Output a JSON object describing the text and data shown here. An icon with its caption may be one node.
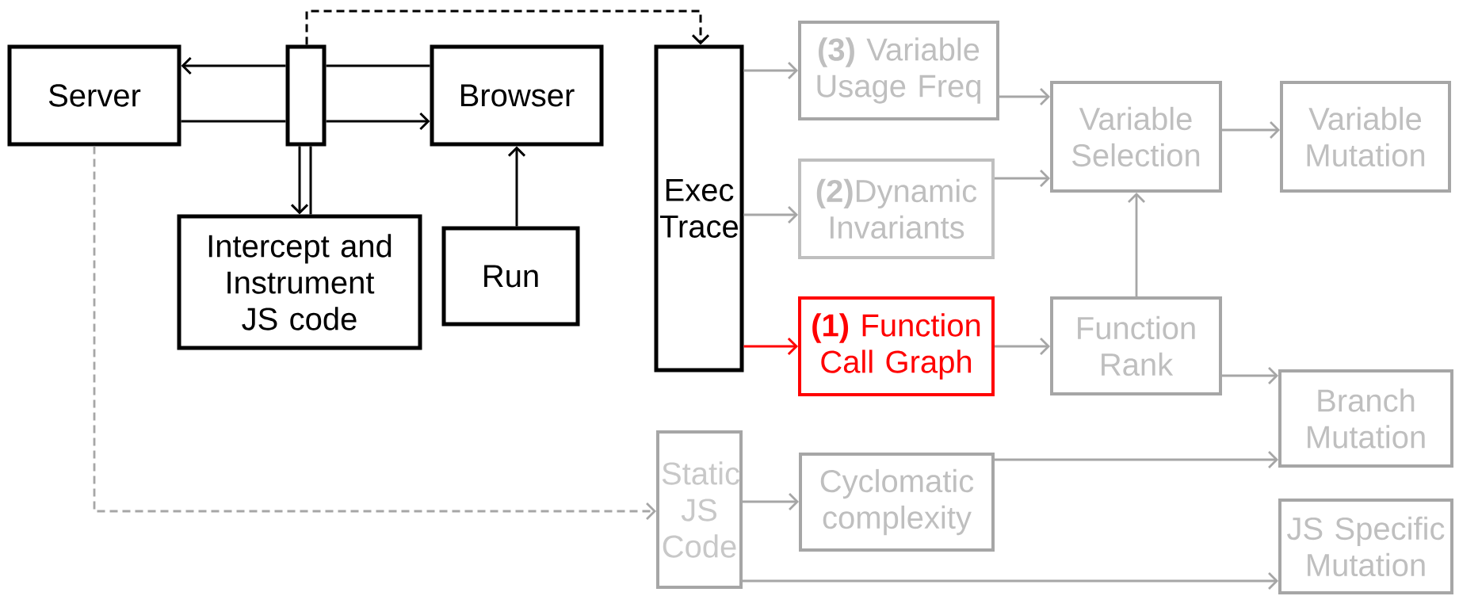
{
  "diagram": {
    "nodes": [
      {
        "text": [
          "Server"
        ]
      },
      {
        "text": [],
        "shape": "box"
      },
      {
        "text": [
          "Browser"
        ]
      },
      {
        "text": [
          "Intercept and Instrument JS code"
        ]
      },
      {
        "text": [
          "Run"
        ]
      },
      {
        "text": [
          "Exec Trace"
        ]
      },
      {
        "text": [
          "**(3)** Variable Usage Freq"
        ]
      },
      {
        "text": [
          "**(2)**Dynamic Invariants"
        ]
      },
      {
        "text": [
          "**(1)** Function Call Graph"
        ]
      },
      {
        "text": [
          "Variable Selection"
        ]
      },
      {
        "text": [
          "Variable Mutation"
        ]
      },
      {
        "text": [
          "Function Rank"
        ]
      },
      {
        "text": [
          "Branch Mutation"
        ]
      },
      {
        "text": [
          "Static JS Code"
        ]
      },
      {
        "text": [
          "Cyclomatic complexity"
        ]
      },
      {
        "text": [
          "JS Specific Mutation"
        ]
      }
    ],
    "edges": [
      {
        "from": 1,
        "to": 0,
        "arrow": "to",
        "color": "#000000"
      },
      {
        "from": 2,
        "to": 1,
        "arrow": "none",
        "color": "#000000"
      },
      {
        "from": 0,
        "to": 1,
        "arrow": "none",
        "color": "#000000"
      },
      {
        "from": 1,
        "to": 2,
        "arrow": "to",
        "color": "#000000"
      },
      {
        "from": 1,
        "to": 3,
        "arrow": "to",
        "color": "#000000"
      },
      {
        "from": 3,
        "to": 1,
        "arrow": "none",
        "color": "#000000"
      },
      {
        "from": 1,
        "to": 5,
        "arrow": "to",
        "style": "dashed",
        "color": "#000000"
      },
      {
        "from": 4,
        "to": 2,
        "arrow": "to",
        "color": "#000000"
      },
      {
        "from": 0,
        "to": 13,
        "arrow": "to",
        "style": "dashed"
      },
      {
        "from": 5,
        "to": 6,
        "arrow": "to"
      },
      {
        "from": 5,
        "to": 7,
        "arrow": "to"
      },
      {
        "from": 5,
        "to": 8,
        "arrow": "to",
        "color": "#ff0000"
      },
      {
        "from": 6,
        "to": 9,
        "arrow": "to"
      },
      {
        "from": 7,
        "to": 9,
        "arrow": "to"
      },
      {
        "from": 9,
        "to": 10,
        "arrow": "to"
      },
      {
        "from": 8,
        "to": 11,
        "arrow": "to"
      },
      {
        "from": 11,
        "to": 9,
        "arrow": "to"
      },
      {
        "from": 11,
        "to": 12,
        "arrow": "to"
      },
      {
        "from": 14,
        "to": 12,
        "arrow": "to"
      },
      {
        "from": 13,
        "to": 14,
        "arrow": "to"
      },
      {
        "from": 13,
        "to": 15,
        "arrow": "to"
      }
    ]
  }
}
